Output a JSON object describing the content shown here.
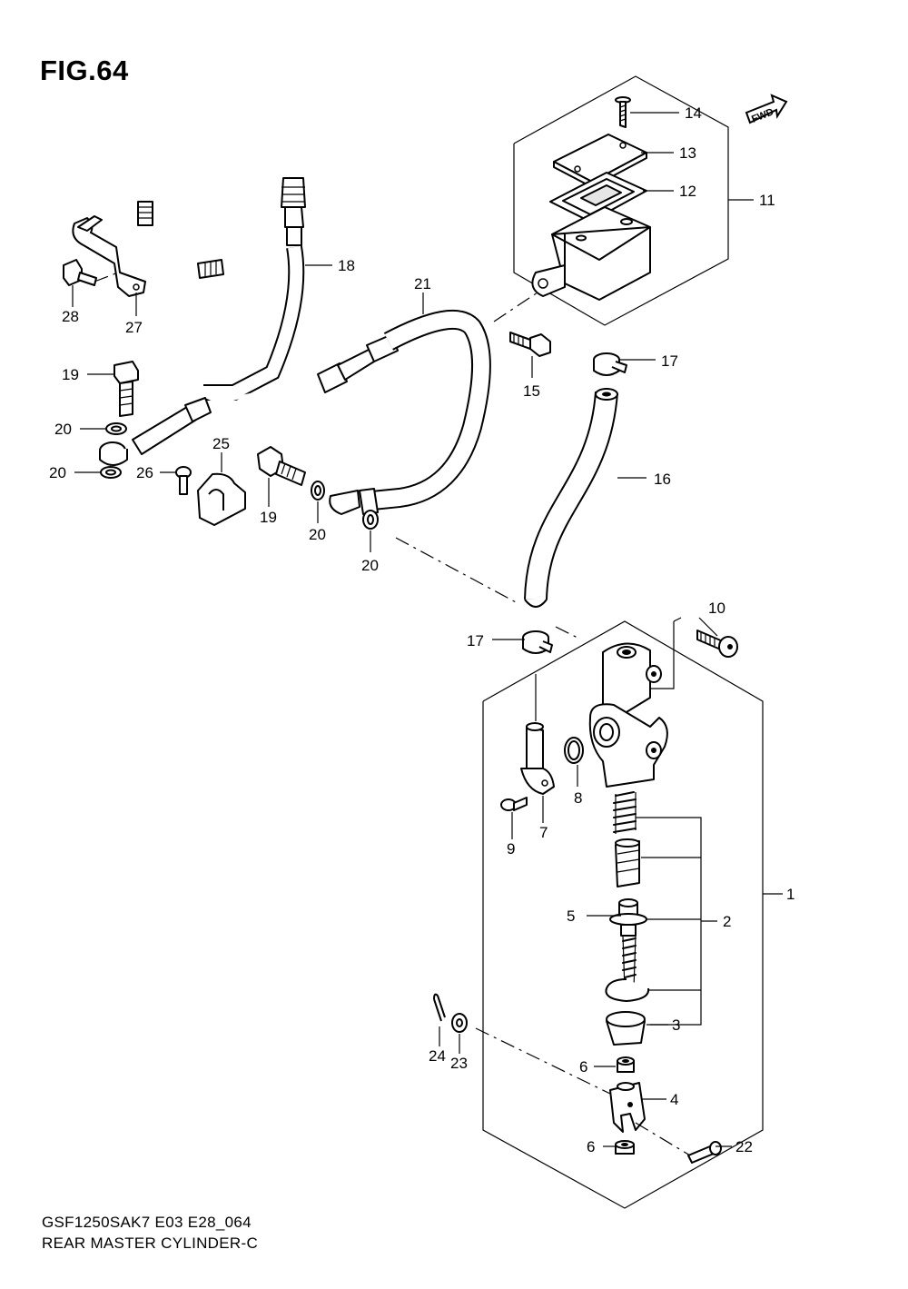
{
  "figure": {
    "title": "FIG.64",
    "code": "GSF1250SAK7 E03 E28_064",
    "name": "REAR MASTER CYLINDER-C",
    "direction_badge": "FWD"
  },
  "callouts": {
    "c1": "1",
    "c2": "2",
    "c3": "3",
    "c4": "4",
    "c5": "5",
    "c6a": "6",
    "c6b": "6",
    "c7": "7",
    "c8": "8",
    "c9": "9",
    "c10": "10",
    "c11": "11",
    "c12": "12",
    "c13": "13",
    "c14": "14",
    "c15": "15",
    "c16": "16",
    "c17a": "17",
    "c17b": "17",
    "c18": "18",
    "c19a": "19",
    "c19b": "19",
    "c20a": "20",
    "c20b": "20",
    "c20c": "20",
    "c20d": "20",
    "c21": "21",
    "c22": "22",
    "c23": "23",
    "c24": "24",
    "c25": "25",
    "c26": "26",
    "c27": "27",
    "c28": "28"
  }
}
